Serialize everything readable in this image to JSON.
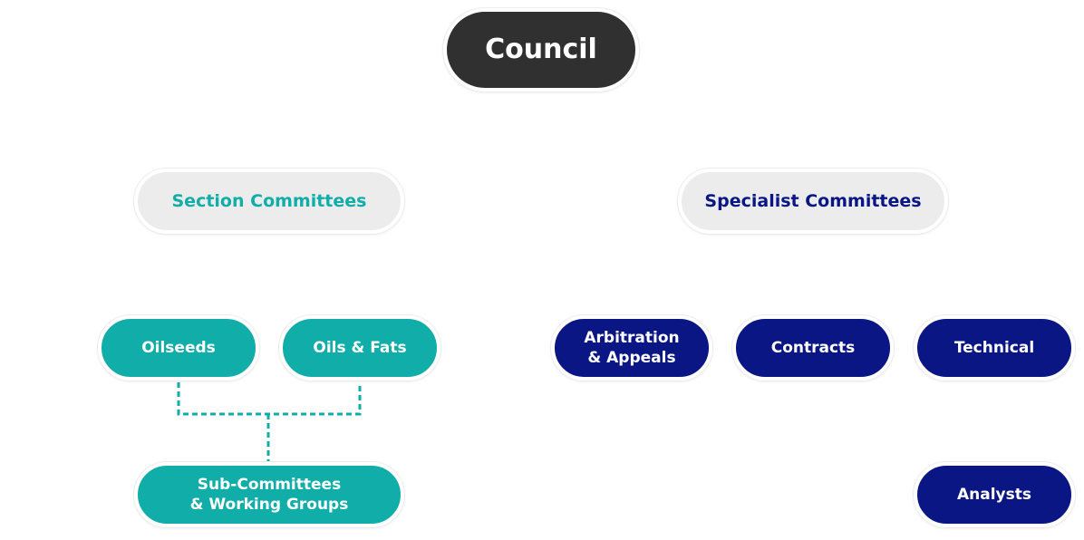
{
  "nodes": {
    "council": "Council",
    "section_committees": "Section Committees",
    "specialist_committees": "Specialist Committees",
    "oilseeds": "Oilseeds",
    "oils_fats": "Oils & Fats",
    "sub_committees": "Sub-Committees\n& Working Groups",
    "arbitration": "Arbitration\n& Appeals",
    "contracts": "Contracts",
    "technical": "Technical",
    "analysts": "Analysts"
  },
  "colors": {
    "dark": "#303030",
    "light": "#ececec",
    "teal": "#11ada8",
    "navy": "#0a1684"
  }
}
